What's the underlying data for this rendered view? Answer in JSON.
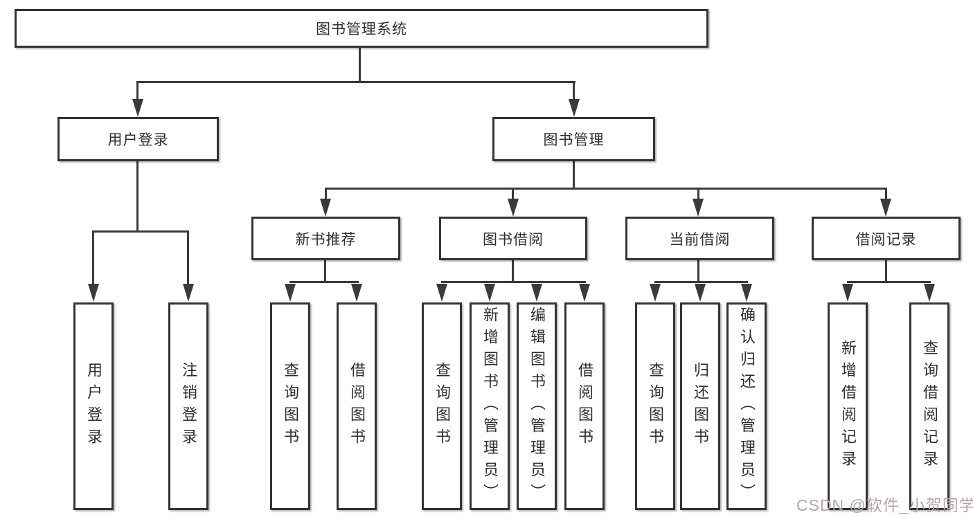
{
  "diagram": {
    "type": "hierarchy",
    "tree": {
      "label": "图书管理系统",
      "children": [
        {
          "label": "用户登录",
          "children": [
            {
              "label": "用户登录"
            },
            {
              "label": "注销登录"
            }
          ]
        },
        {
          "label": "图书管理",
          "children": [
            {
              "label": "新书推荐",
              "children": [
                {
                  "label": "查询图书"
                },
                {
                  "label": "借阅图书"
                }
              ]
            },
            {
              "label": "图书借阅",
              "children": [
                {
                  "label": "查询图书"
                },
                {
                  "label": "新增图书（管理员）"
                },
                {
                  "label": "编辑图书（管理员）"
                },
                {
                  "label": "借阅图书"
                }
              ]
            },
            {
              "label": "当前借阅",
              "children": [
                {
                  "label": "查询图书"
                },
                {
                  "label": "归还图书"
                },
                {
                  "label": "确认归还（管理员）"
                }
              ]
            },
            {
              "label": "借阅记录",
              "children": [
                {
                  "label": "新增借阅记录"
                },
                {
                  "label": "查询借阅记录"
                }
              ]
            }
          ]
        }
      ]
    }
  },
  "watermark": {
    "text": "CSDN @软件_小贺同学",
    "color": "#b7a6a6"
  },
  "colors": {
    "line": "#3a3a3a",
    "border": "#333333",
    "text": "#2e2e2e",
    "background": "#ffffff"
  }
}
